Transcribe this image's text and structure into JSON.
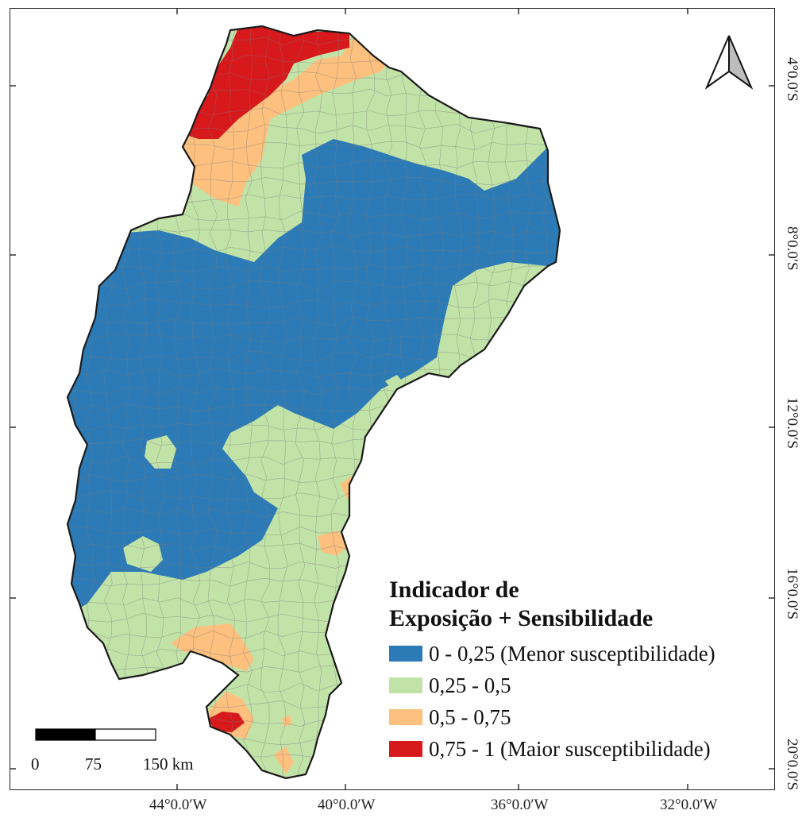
{
  "legend": {
    "title_line1": "Indicador de",
    "title_line2": "Exposição + Sensibilidade",
    "classes": [
      {
        "label": "0 - 0,25 (Menor susceptibilidade)",
        "color": "#2c7bb6"
      },
      {
        "label": "0,25 - 0,5",
        "color": "#c2e3a8"
      },
      {
        "label": "0,5 - 0,75",
        "color": "#fdc07f"
      },
      {
        "label": "0,75 - 1 (Maior susceptibilidade)",
        "color": "#d7191c"
      }
    ]
  },
  "scale_bar": {
    "labels": [
      "0",
      "75",
      "150 km"
    ]
  },
  "axes": {
    "longitude_labels": [
      "44°0.0′W",
      "40°0.0′W",
      "36°0.0′W",
      "32°0.0′W"
    ],
    "latitude_labels": [
      "4°0.0′S",
      "8°0.0′S",
      "12°0.0′S",
      "16°0.0′S",
      "20°0.0′S"
    ]
  },
  "north_arrow": {
    "icon": "north-arrow-icon"
  },
  "colors": {
    "border": "#222222",
    "muni_line": "#7a7a7a"
  }
}
